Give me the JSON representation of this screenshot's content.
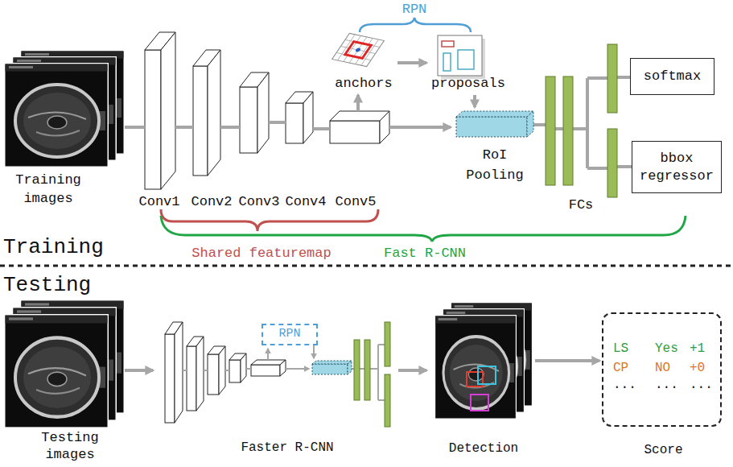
{
  "diagram": {
    "nodes": [
      {
        "text": [
          "Training images"
        ]
      },
      {
        "text": [
          "RoI Pooling"
        ]
      },
      {
        "text": [
          "softmax"
        ]
      },
      {
        "text": [
          "bbox regressor"
        ]
      },
      {
        "text": [
          "Testing images"
        ]
      },
      {
        "text": [
          "RPN"
        ]
      },
      {
        "text": [
          "Detection"
        ]
      },
      {
        "text": [
          "LS",
          "Yes",
          "+1",
          "CP",
          "NO",
          "+0",
          "...",
          "...",
          "...",
          "Score"
        ]
      }
    ],
    "edges": [
      {
        "from": 6,
        "to": 7,
        "arrow": "to"
      }
    ],
    "labels": [
      "RPN",
      "anchors",
      "proposals",
      "Conv1",
      "Conv2",
      "Conv3",
      "Conv4",
      "Conv5",
      "FCs",
      "Training",
      "Shared featuremap",
      "Fast R-CNN",
      "Testing",
      "Faster R-CNN"
    ]
  }
}
